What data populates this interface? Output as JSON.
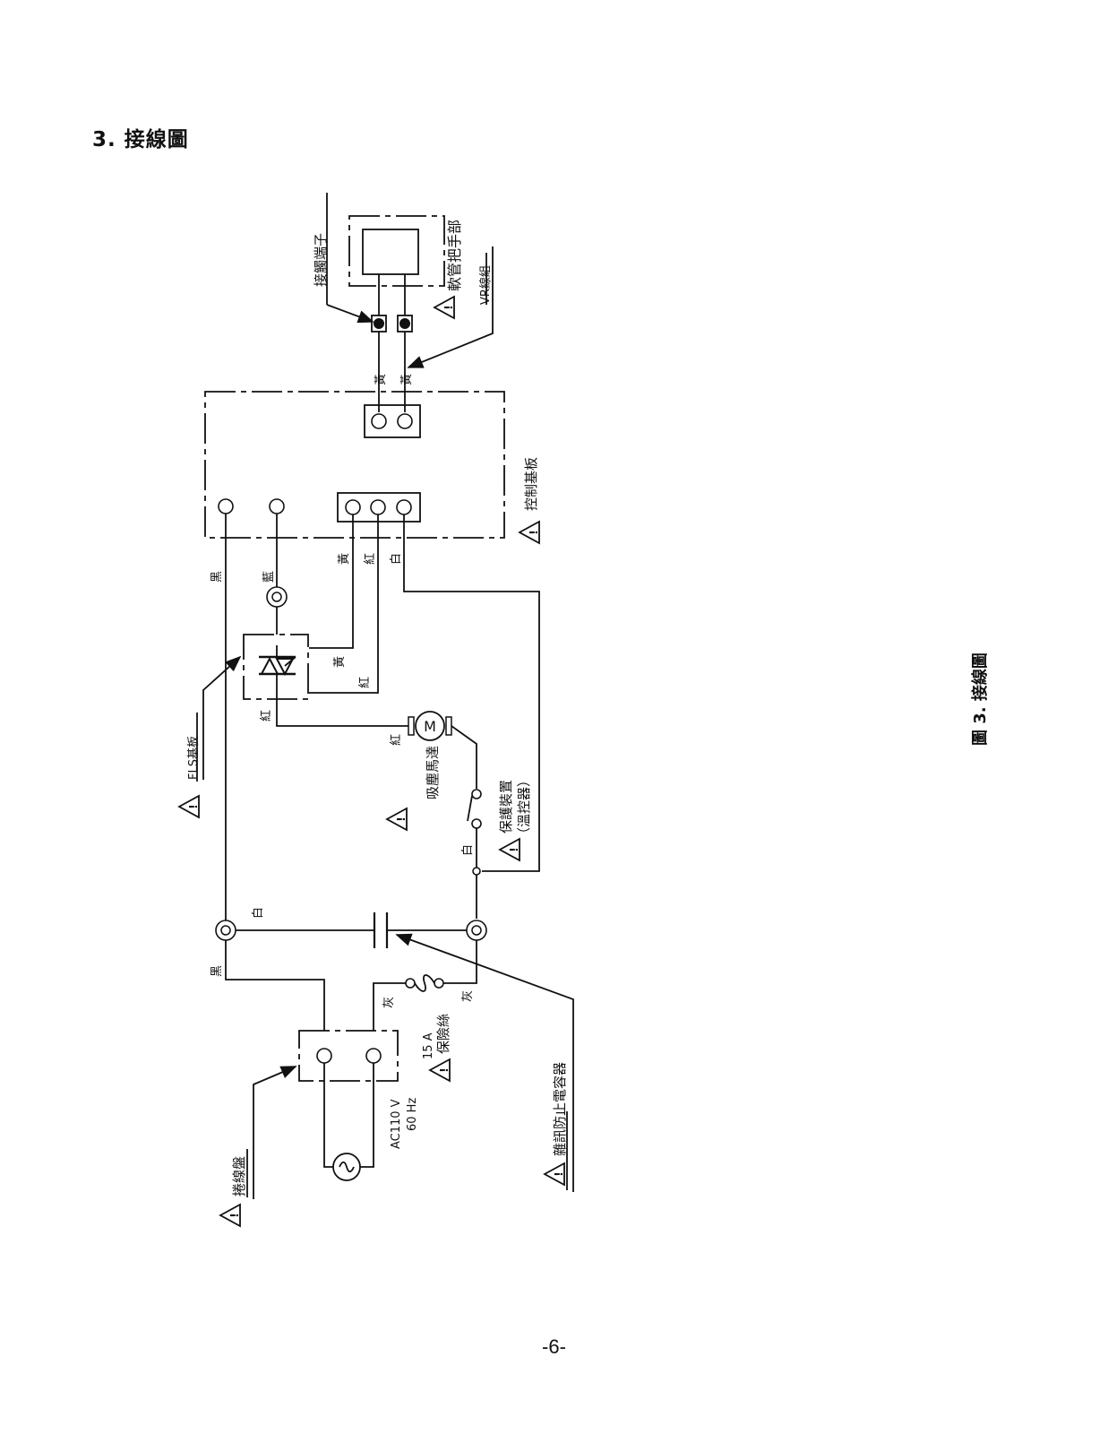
{
  "page": {
    "section_title": "3. 接線圖",
    "figure_caption": "圖 3. 接線圖",
    "page_number": "-6-"
  },
  "diagram": {
    "labels": {
      "contact_terminal": "接觸端子",
      "hose_handle": "軟管把手部",
      "vr_wire_set": "VR線組",
      "control_board": "控制基板",
      "fls_board": "FLS基板",
      "suction_motor": "吸塵馬達",
      "protector": "保護裝置",
      "thermostat": "（溫控器）",
      "cord_reel": "捲線盤",
      "supply_voltage": "AC110 V",
      "supply_frequency": "60 Hz",
      "fuse_rating": "15 A",
      "fuse": "保險絲",
      "noise_capacitor": "雜訊防止電容器",
      "motor_symbol": "M",
      "warning_mark": "!"
    },
    "wire_colors": {
      "black": "黑",
      "blue": "藍",
      "yellow": "黃",
      "red": "紅",
      "white": "白",
      "gray": "灰"
    }
  }
}
